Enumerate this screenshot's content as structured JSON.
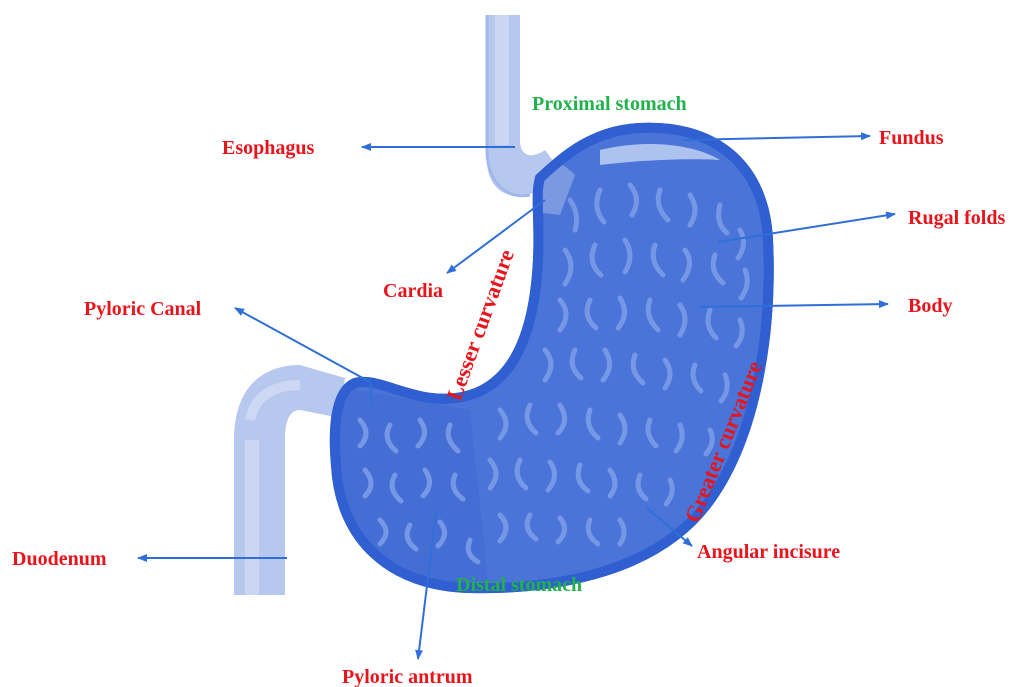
{
  "colors": {
    "label_red": "#e8141c",
    "label_green": "#22b14c",
    "arrow_blue": "#2e6fd8",
    "stomach_fill": "#4a74d8",
    "stomach_outline": "#2f5fd0",
    "tube_light": "#b7c8ef",
    "tube_mid": "#8fa9e6",
    "rugae": "#7c9ce8"
  },
  "labels": {
    "proximal_stomach": "Proximal stomach",
    "distal_stomach": "Distal stomach",
    "esophagus": "Esophagus",
    "fundus": "Fundus",
    "rugal_folds": "Rugal folds",
    "cardia": "Cardia",
    "body": "Body",
    "pyloric_canal": "Pyloric Canal",
    "lesser_curvature": "Lesser curvature",
    "greater_curvature": "Greater curvature",
    "duodenum": "Duodenum",
    "angular_incisure": "Angular incisure",
    "pyloric_antrum": "Pyloric antrum"
  },
  "icons": {
    "stomach": "stomach-illustration",
    "arrow": "arrow-icon"
  }
}
